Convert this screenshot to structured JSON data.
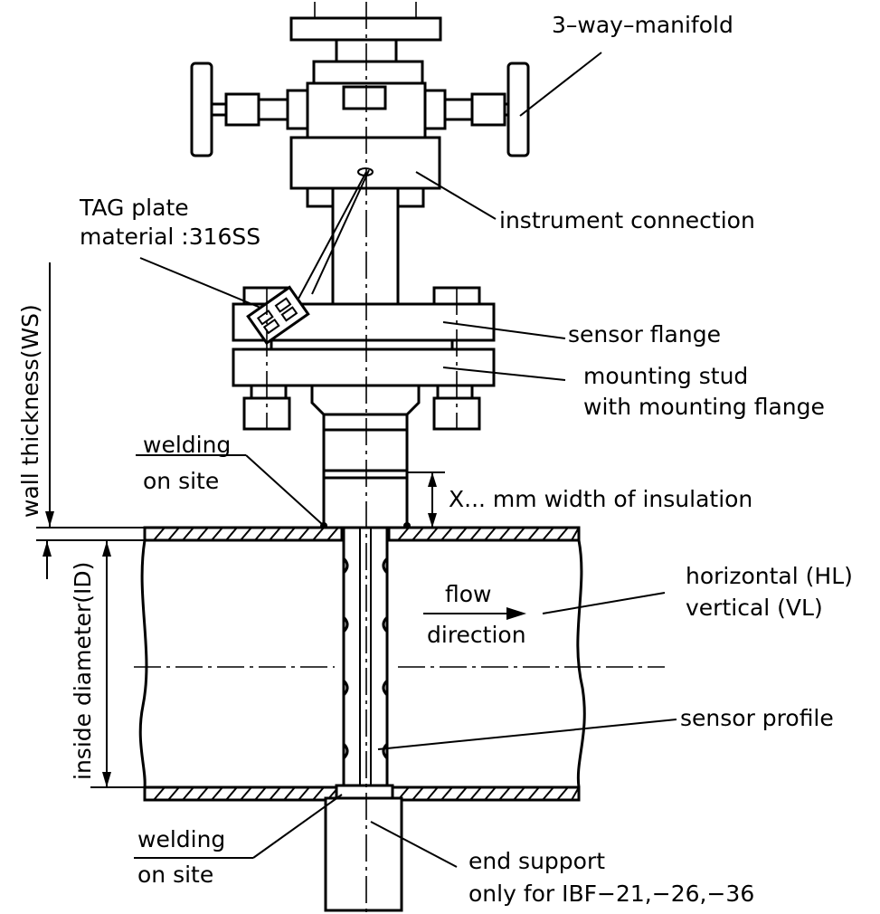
{
  "labels": {
    "manifold": "3–way–manifold",
    "instrument_connection": "instrument connection",
    "tag_plate_line1": "TAG plate",
    "tag_plate_line2": "material :316SS",
    "sensor_flange": "sensor flange",
    "mounting_stud_line1": "mounting stud",
    "mounting_stud_line2": "with mounting flange",
    "welding_top_line1": "welding",
    "welding_top_line2": "on site",
    "insulation": "X... mm width of insulation",
    "flow_line1": "flow",
    "flow_line2": "direction",
    "orientation_line1": "horizontal (HL)",
    "orientation_line2": "vertical (VL)",
    "sensor_profile": "sensor profile",
    "welding_bottom_line1": "welding",
    "welding_bottom_line2": "on site",
    "end_support_line1": "end support",
    "end_support_line2": "only for IBF−21,−26,−36",
    "wall_thickness": "wall thickness(WS)",
    "inside_diameter": "inside diameter(ID)"
  }
}
